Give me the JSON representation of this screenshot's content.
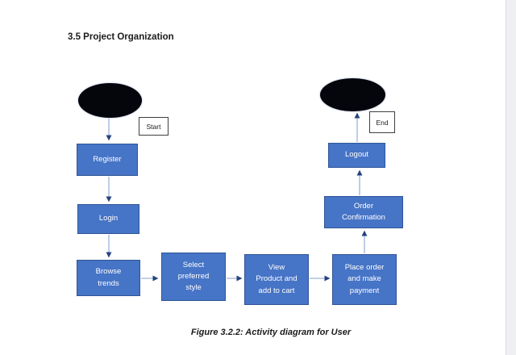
{
  "page": {
    "heading": "3.5 Project Organization",
    "caption": "Figure 3.2.2: Activity diagram for User"
  },
  "diagram": {
    "terminals": {
      "start": {
        "label": "Start"
      },
      "end": {
        "label": "End"
      }
    },
    "nodes": {
      "register": {
        "label": [
          "Register"
        ]
      },
      "login": {
        "label": [
          "Login"
        ]
      },
      "browse_trends": {
        "label": [
          "Browse",
          "trends"
        ]
      },
      "select_style": {
        "label": [
          "Select",
          "preferred",
          "style"
        ]
      },
      "view_product": {
        "label": [
          "View",
          "Product and",
          "add to cart"
        ]
      },
      "place_order": {
        "label": [
          "Place order",
          "and make",
          "payment"
        ]
      },
      "order_confirmation": {
        "label": [
          "Order",
          "Confirmation"
        ]
      },
      "logout": {
        "label": [
          "Logout"
        ]
      }
    },
    "edges": [
      [
        "start",
        "register"
      ],
      [
        "register",
        "login"
      ],
      [
        "login",
        "browse_trends"
      ],
      [
        "browse_trends",
        "select_style"
      ],
      [
        "select_style",
        "view_product"
      ],
      [
        "view_product",
        "place_order"
      ],
      [
        "place_order",
        "order_confirmation"
      ],
      [
        "order_confirmation",
        "logout"
      ],
      [
        "logout",
        "end"
      ]
    ],
    "colors": {
      "node_fill": "#4674c6",
      "node_border": "#2f5597",
      "node_text": "#ffffff",
      "terminal_fill": "#04060b",
      "arrow_line": "#9cb3da",
      "arrow_head": "#26437e",
      "tag_border": "#3f3f3f"
    }
  }
}
